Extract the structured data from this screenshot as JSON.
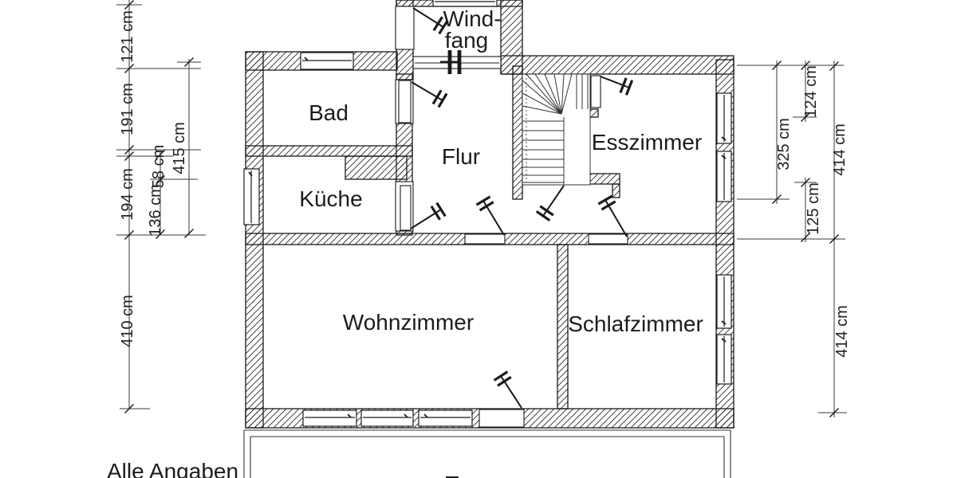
{
  "plan": {
    "type": "floor-plan",
    "language": "de"
  },
  "rooms": {
    "windfang": {
      "label_line1": "Wind-",
      "label_line2": "fang"
    },
    "bad": {
      "label": "Bad"
    },
    "flur": {
      "label": "Flur"
    },
    "kueche": {
      "label": "Küche"
    },
    "esszimmer": {
      "label": "Esszimmer"
    },
    "wohnzimmer": {
      "label": "Wohnzimmer"
    },
    "schlafzimmer": {
      "label": "Schlafzimmer"
    },
    "terrasse": {
      "label": "Terrasse"
    }
  },
  "dimensions": {
    "left": {
      "d121": "121 cm",
      "d191": "191 cm",
      "d194": "194 cm",
      "d410": "410 cm",
      "d58": "58 cm",
      "d136": "136 cm",
      "d415": "415 cm"
    },
    "right": {
      "d124": "124 cm",
      "d325": "325 cm",
      "d125": "125 cm",
      "d414_upper": "414 cm",
      "d414_lower": "414 cm"
    }
  },
  "footer": {
    "note": "Alle Angaben"
  },
  "colors": {
    "line": "#1a1a1a",
    "dim_line": "#3a3a3a",
    "background": "#ffffff"
  }
}
